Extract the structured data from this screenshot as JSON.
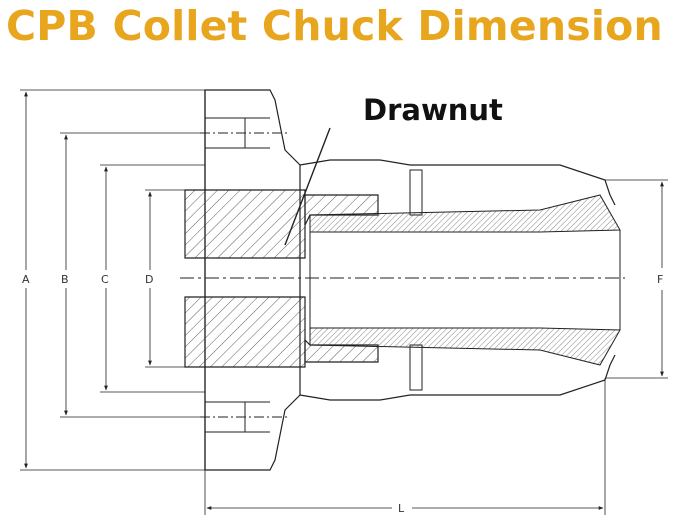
{
  "title": "CPB Collet Chuck Dimension",
  "callout_label": "Drawnut",
  "dimensions": {
    "A": "A",
    "B": "B",
    "C": "C",
    "D": "D",
    "F": "F",
    "L": "L"
  },
  "colors": {
    "title": "#E8A51E",
    "line": "#222222"
  }
}
